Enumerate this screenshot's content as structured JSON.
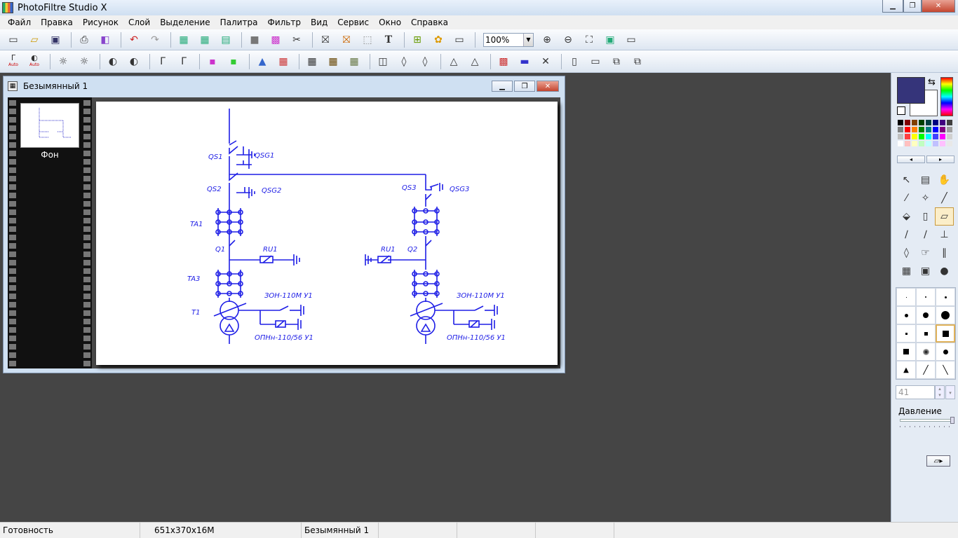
{
  "app": {
    "title": "PhotoFiltre Studio X"
  },
  "window_controls": {
    "minimize": "▁",
    "maximize": "❐",
    "close": "✕"
  },
  "menu": [
    "Файл",
    "Правка",
    "Рисунок",
    "Слой",
    "Выделение",
    "Палитра",
    "Фильтр",
    "Вид",
    "Сервис",
    "Окно",
    "Справка"
  ],
  "toolbar1": {
    "icons": [
      "new-file-icon",
      "open-folder-icon",
      "save-icon",
      "print-icon",
      "scanner-icon",
      "undo-icon",
      "redo-icon",
      "paste-as-image-icon",
      "image-size-icon",
      "canvas-size-icon",
      "gradient-icon",
      "color-balance-icon",
      "auto-contrast-icon",
      "move-selection-icon",
      "transparency-icon",
      "selection-icon",
      "text-icon",
      "layer-manager-icon",
      "plugin-icon",
      "fullscreen-icon"
    ],
    "zoom_value": "100%",
    "zoom_icons": [
      "zoom-in-icon",
      "zoom-out-icon",
      "fit-image-icon",
      "actual-size-icon",
      "window-icon"
    ]
  },
  "toolbar2": {
    "auto_label": "Auto",
    "icons": [
      "auto-levels-icon",
      "auto-contrast-icon",
      "brightness-minus-icon",
      "brightness-plus-icon",
      "contrast-minus-icon",
      "contrast-plus-icon",
      "gamma-minus-icon",
      "gamma-plus-icon",
      "saturation-minus-icon",
      "saturation-plus-icon",
      "color-balance-icon",
      "rgb-icon",
      "dither-1-icon",
      "dither-2-icon",
      "dither-3-icon",
      "blur-icon",
      "soften-icon",
      "sharpen-icon",
      "drop-light-icon",
      "drop-dark-icon",
      "gradient-fill-icon",
      "color-mode-icon",
      "transform-icon",
      "flip-icon",
      "rotate-icon",
      "crop-icon",
      "export-icon"
    ]
  },
  "document": {
    "title": "Безымянный 1",
    "layer_label": "Фон",
    "diagram_labels": {
      "qs1": "QS1",
      "qsg1": "QSG1",
      "qs2": "QS2",
      "qsg2": "QSG2",
      "qs3": "QS3",
      "qsg3": "QSG3",
      "ta1": "TA1",
      "ta3": "TA3",
      "q1": "Q1",
      "q2": "Q2",
      "ru1_left": "RU1",
      "ru1_right": "RU1",
      "t1": "T1",
      "zon_left": "ЗОН-110М У1",
      "zon_right": "ЗОН-110М У1",
      "opn_left": "ОПНн-110/56 У1",
      "opn_right": "ОПНн-110/56 У1"
    },
    "diagram_color": "#1e1ee6"
  },
  "right_panel": {
    "foreground_color": "#35347a",
    "background_color": "#ffffff",
    "palette": [
      "#000000",
      "#800000",
      "#804000",
      "#004000",
      "#004040",
      "#000080",
      "#400080",
      "#404040",
      "#808080",
      "#ff0000",
      "#ff8000",
      "#008000",
      "#008080",
      "#0000ff",
      "#800080",
      "#a0a0a0",
      "#c0c0c0",
      "#ff4040",
      "#ffff00",
      "#00ff00",
      "#00ffff",
      "#4040ff",
      "#ff00ff",
      "#d0d0d0",
      "#ffffff",
      "#ffc0c0",
      "#ffffc0",
      "#c0ffc0",
      "#c0ffff",
      "#c0c0ff",
      "#ffc0ff",
      "#e8e8e8"
    ],
    "palette_prev": "◂",
    "palette_next": "▸",
    "tools": [
      {
        "name": "pointer-tool-icon",
        "glyph": "↖"
      },
      {
        "name": "layer-tool-icon",
        "glyph": "▤"
      },
      {
        "name": "hand-tool-icon",
        "glyph": "✋"
      },
      {
        "name": "eyedropper-tool-icon",
        "glyph": "⁄"
      },
      {
        "name": "magic-wand-tool-icon",
        "glyph": "✧"
      },
      {
        "name": "line-tool-icon",
        "glyph": "╱"
      },
      {
        "name": "fill-bucket-tool-icon",
        "glyph": "⬙"
      },
      {
        "name": "spray-tool-icon",
        "glyph": "▯"
      },
      {
        "name": "eraser-tool-icon",
        "glyph": "▱"
      },
      {
        "name": "brush-tool-icon",
        "glyph": "∕"
      },
      {
        "name": "advanced-brush-tool-icon",
        "glyph": "∕"
      },
      {
        "name": "stamp-tool-icon",
        "glyph": "⊥"
      },
      {
        "name": "drop-blur-tool-icon",
        "glyph": "◊"
      },
      {
        "name": "finger-tool-icon",
        "glyph": "☞"
      },
      {
        "name": "clone-tool-icon",
        "glyph": "∥"
      },
      {
        "name": "pattern-tool-icon",
        "glyph": "▦"
      },
      {
        "name": "image-tube-tool-icon",
        "glyph": "▣"
      },
      {
        "name": "strawberry-tool-icon",
        "glyph": "●"
      }
    ],
    "selected_tool": 8,
    "brush_size": "41",
    "spin_up": "▴",
    "spin_down": "▾",
    "spin_drop": "▾",
    "pressure_label": "Давление",
    "eraser_button": "▱▸"
  },
  "status": {
    "ready": "Готовность",
    "size": "651x370x16M",
    "doc": "Безымянный 1"
  }
}
